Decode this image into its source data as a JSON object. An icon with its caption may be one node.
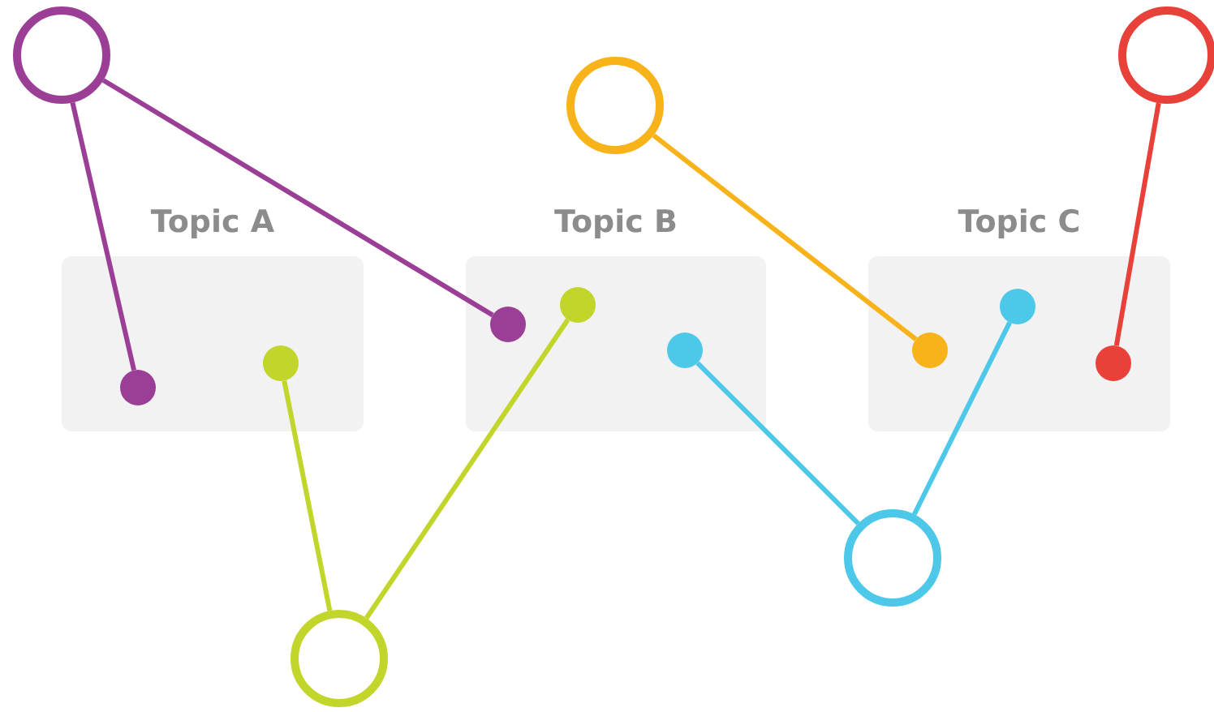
{
  "diagram": {
    "nodes": [
      {
        "text": [],
        "shape": "circle"
      },
      {
        "text": [],
        "shape": "circle"
      },
      {
        "text": [],
        "shape": "circle"
      },
      {
        "text": [
          "Topic A"
        ]
      },
      {
        "text": [],
        "shape": "circle",
        "in": 3
      },
      {
        "text": [],
        "shape": "circle",
        "in": 3
      },
      {
        "text": [
          "Topic B"
        ]
      },
      {
        "text": [],
        "shape": "circle",
        "in": 6
      },
      {
        "text": [],
        "shape": "circle",
        "in": 6
      },
      {
        "text": [],
        "shape": "circle",
        "in": 6
      },
      {
        "text": [
          "Topic C"
        ]
      },
      {
        "text": [],
        "shape": "circle",
        "in": 10
      },
      {
        "text": [],
        "shape": "circle",
        "in": 10
      },
      {
        "text": [],
        "shape": "circle",
        "in": 10
      },
      {
        "text": [],
        "shape": "circle"
      },
      {
        "text": [],
        "shape": "circle"
      }
    ],
    "edges": [
      {
        "from": 0,
        "to": 4,
        "arrow": "none",
        "color": "#9b3f96"
      },
      {
        "from": 0,
        "to": 7,
        "arrow": "none",
        "color": "#9b3f96"
      },
      {
        "from": 1,
        "to": 11,
        "arrow": "none",
        "color": "#f8b31b"
      },
      {
        "from": 2,
        "to": 13,
        "arrow": "none",
        "color": "#e8413a"
      },
      {
        "from": 15,
        "to": 5,
        "arrow": "none",
        "color": "#c2d52b"
      },
      {
        "from": 15,
        "to": 8,
        "arrow": "none",
        "color": "#c2d52b"
      },
      {
        "from": 14,
        "to": 9,
        "arrow": "none",
        "color": "#4ec8e9"
      },
      {
        "from": 14,
        "to": 12,
        "arrow": "none",
        "color": "#4ec8e9"
      }
    ]
  }
}
